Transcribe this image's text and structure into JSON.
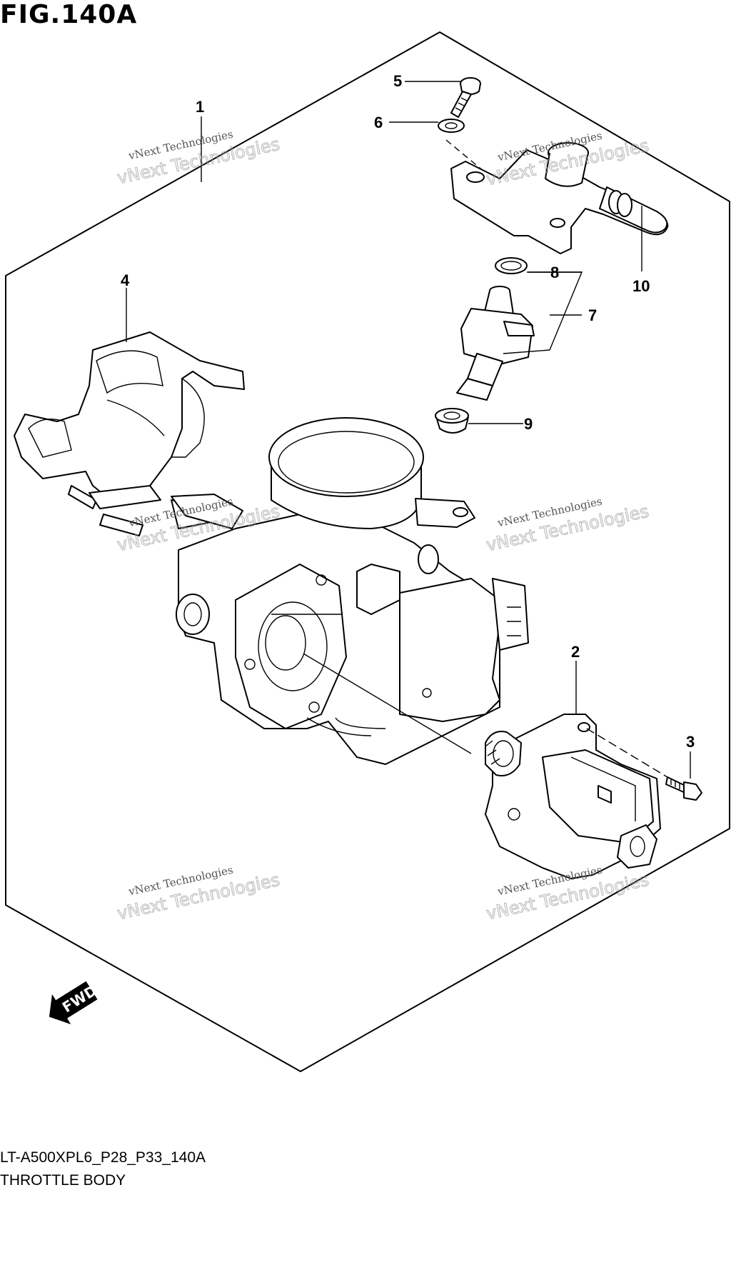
{
  "figure": {
    "title": "FIG.140A",
    "code": "LT-A500XPL6_P28_P33_140A",
    "name": "THROTTLE BODY"
  },
  "callouts": [
    "1",
    "2",
    "3",
    "4",
    "5",
    "6",
    "7",
    "8",
    "9",
    "10"
  ],
  "watermark": {
    "line1": "vNext Technologies",
    "line2": "vNext Technologies"
  },
  "fwd_label": "FWD",
  "colors": {
    "ink": "#000000",
    "background": "#ffffff",
    "watermark": "#9a9a9a"
  }
}
